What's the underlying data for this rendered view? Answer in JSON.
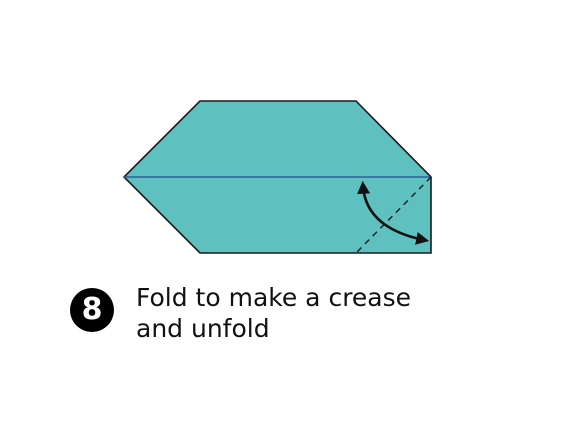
{
  "step": {
    "number": "8",
    "instruction_lines": [
      "Fold to make a crease",
      "and unfold"
    ]
  },
  "colors": {
    "paper": "#5fc0c0",
    "outline": "#1a1a1a",
    "center_line": "#2e5e9e",
    "fold_line": "#1a1a1a",
    "arrow": "#111111",
    "badge_bg": "#000000",
    "badge_text": "#ffffff"
  },
  "icons": {
    "arrow": "curved-double-arrow-icon"
  }
}
